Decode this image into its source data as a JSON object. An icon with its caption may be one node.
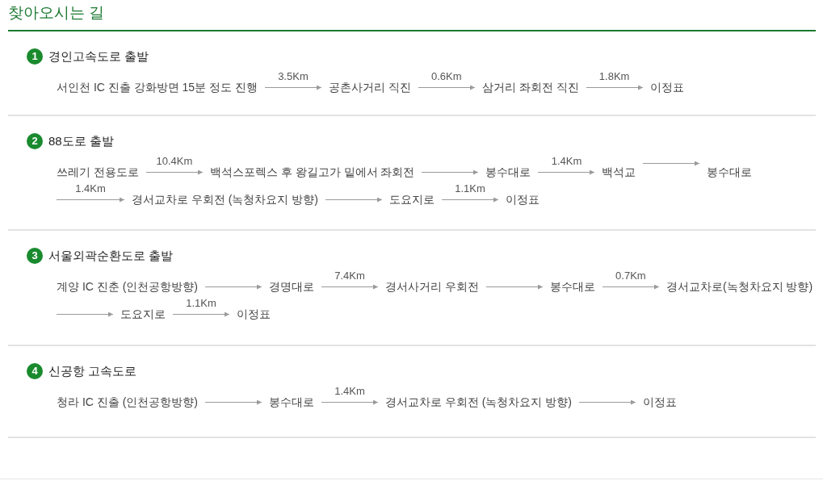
{
  "diagram": {
    "title": "찾아오시는 길",
    "nodes": [
      {
        "text": [
          "1"
        ],
        "beside": [
          "경인고속도로 출발"
        ]
      },
      {
        "text": [
          "서인천 IC 진출 강화방면 15분 정도 진행"
        ]
      },
      {
        "text": [
          "공촌사거리 직진"
        ]
      },
      {
        "text": [
          "삼거리 좌회전 직진"
        ]
      },
      {
        "text": [
          "이정표"
        ]
      },
      {
        "text": [
          "2"
        ],
        "beside": [
          "88도로 출발"
        ]
      },
      {
        "text": [
          "쓰레기 전용도로"
        ]
      },
      {
        "text": [
          "백석스포렉스 후 왕길고가 밑에서 좌회전"
        ]
      },
      {
        "text": [
          "봉수대로"
        ]
      },
      {
        "text": [
          "백석교"
        ]
      },
      {
        "text": [
          "봉수대로"
        ]
      },
      {
        "text": [
          "경서교차로 우회전 (녹청차요지 방향)"
        ]
      },
      {
        "text": [
          "도요지로"
        ]
      },
      {
        "text": [
          "이정표"
        ]
      },
      {
        "text": [
          "3"
        ],
        "beside": [
          "서울외곽순환도로 출발"
        ]
      },
      {
        "text": [
          "계양 IC 진춘 (인천공항방향)"
        ]
      },
      {
        "text": [
          "경명대로"
        ]
      },
      {
        "text": [
          "경서사거리 우회전"
        ]
      },
      {
        "text": [
          "봉수대로"
        ]
      },
      {
        "text": [
          "경서교차로(녹청차요지 방향)"
        ]
      },
      {
        "text": [
          "도요지로"
        ]
      },
      {
        "text": [
          "이정표"
        ]
      },
      {
        "text": [
          "4"
        ],
        "beside": [
          "신공항 고속도로"
        ]
      },
      {
        "text": [
          "청라 IC 진출 (인천공항방향)"
        ]
      },
      {
        "text": [
          "봉수대로"
        ]
      },
      {
        "text": [
          "경서교차로 우회전 (녹청차요지 방향)"
        ]
      },
      {
        "text": [
          "이정표"
        ]
      }
    ],
    "edges": [
      {
        "from": 1,
        "to": 2,
        "arrow": "to",
        "label": "3.5Km"
      },
      {
        "from": 2,
        "to": 3,
        "arrow": "to",
        "label": "0.6Km"
      },
      {
        "from": 3,
        "to": 4,
        "arrow": "to",
        "label": "1.8Km"
      },
      {
        "from": 6,
        "to": 7,
        "arrow": "to",
        "label": "10.4Km"
      },
      {
        "from": 7,
        "to": 8,
        "arrow": "to"
      },
      {
        "from": 8,
        "to": 9,
        "arrow": "to",
        "label": "1.4Km"
      },
      {
        "from": 9,
        "to": 10,
        "arrow": "to"
      },
      {
        "from": null,
        "to": 11,
        "arrow": "to",
        "label": "1.4Km"
      },
      {
        "from": 11,
        "to": 12,
        "arrow": "to"
      },
      {
        "from": 12,
        "to": 13,
        "arrow": "to",
        "label": "1.1Km"
      },
      {
        "from": 15,
        "to": 16,
        "arrow": "to"
      },
      {
        "from": 16,
        "to": 17,
        "arrow": "to",
        "label": "7.4Km"
      },
      {
        "from": 17,
        "to": 18,
        "arrow": "to"
      },
      {
        "from": 18,
        "to": 19,
        "arrow": "to",
        "label": "0.7Km"
      },
      {
        "from": null,
        "to": 20,
        "arrow": "to"
      },
      {
        "from": 20,
        "to": 21,
        "arrow": "to",
        "label": "1.1Km"
      },
      {
        "from": 23,
        "to": 24,
        "arrow": "to"
      },
      {
        "from": 24,
        "to": 25,
        "arrow": "to",
        "label": "1.4Km"
      },
      {
        "from": 25,
        "to": 26,
        "arrow": "to"
      }
    ]
  }
}
